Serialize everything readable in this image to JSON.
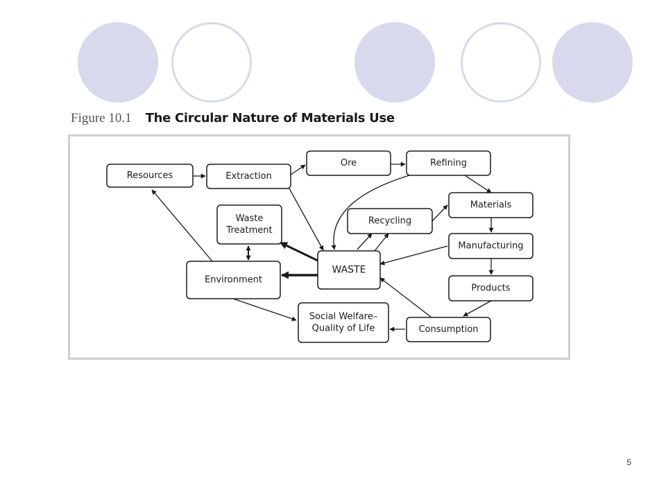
{
  "caption": {
    "figure_label": "Figure 10.1",
    "title": "The Circular Nature of Materials Use"
  },
  "nodes": {
    "resources": [
      "Resources"
    ],
    "extraction": [
      "Extraction"
    ],
    "ore": [
      "Ore"
    ],
    "refining": [
      "Refining"
    ],
    "materials": [
      "Materials"
    ],
    "recycling": [
      "Recycling"
    ],
    "waste_treatment": [
      "Waste",
      "Treatment"
    ],
    "manufacturing": [
      "Manufacturing"
    ],
    "waste": [
      "WASTE"
    ],
    "environment": [
      "Environment"
    ],
    "products": [
      "Products"
    ],
    "social_welfare": [
      "Social Welfare–",
      "Quality of Life"
    ],
    "consumption": [
      "Consumption"
    ]
  },
  "page_number": "5",
  "colors": {
    "circle_fill": "#d9d9ed",
    "frame_border": "#cfcfcf",
    "stroke": "#1a1a1a"
  }
}
